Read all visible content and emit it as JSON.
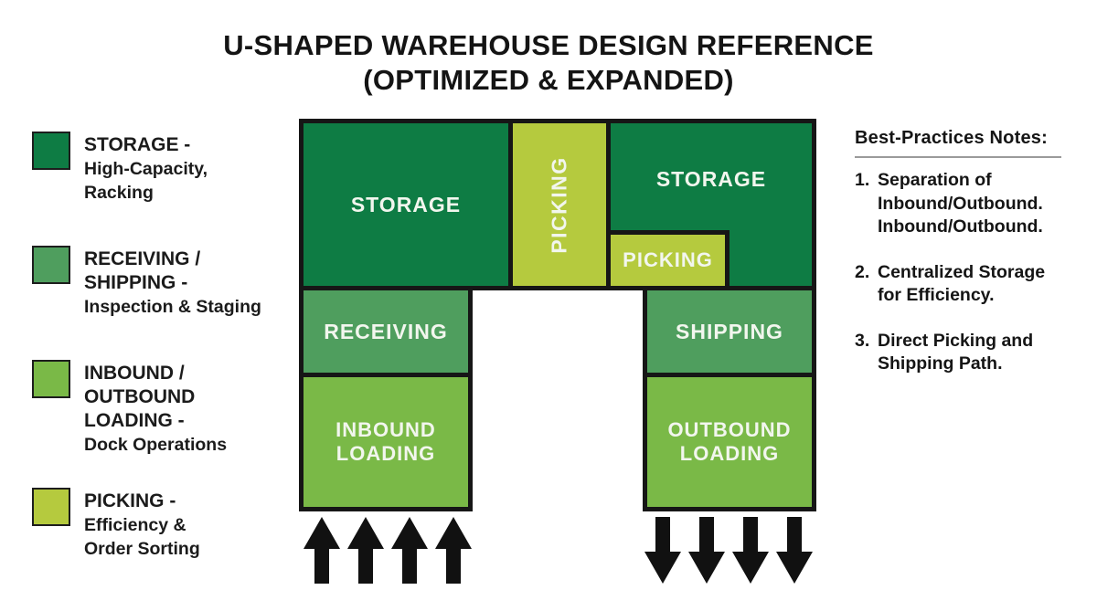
{
  "title": {
    "line1": "U-SHAPED WAREHOUSE DESIGN REFERENCE",
    "line2": "(OPTIMIZED & EXPANDED)"
  },
  "colors": {
    "storage": "#0e7c44",
    "receiving_shipping": "#4f9e5e",
    "loading": "#7ab947",
    "picking": "#b5ca3e",
    "border": "#161616",
    "block_text": "#f2f6ee",
    "text": "#1b1b1b",
    "rule": "#9a9a9a",
    "arrow": "#111111",
    "background": "#ffffff"
  },
  "legend": {
    "items": [
      {
        "key": "storage",
        "swatch_color": "#0e7c44",
        "bold_lines": [
          "STORAGE -"
        ],
        "desc_lines": [
          "High-Capacity,",
          "Racking"
        ]
      },
      {
        "key": "receiving-shipping",
        "swatch_color": "#4f9e5e",
        "bold_lines": [
          "RECEIVING /",
          "SHIPPING -"
        ],
        "desc_lines": [
          "Inspection & Staging"
        ]
      },
      {
        "key": "inbound-outbound-loading",
        "swatch_color": "#7ab947",
        "bold_lines": [
          "INBOUND /",
          "OUTBOUND",
          "LOADING -"
        ],
        "desc_lines": [
          "Dock Operations"
        ]
      },
      {
        "key": "picking",
        "swatch_color": "#b5ca3e",
        "bold_lines": [
          "PICKING -"
        ],
        "desc_lines": [
          "Efficiency &",
          "Order Sorting"
        ]
      }
    ]
  },
  "diagram": {
    "blocks": {
      "storage_left": "STORAGE",
      "picking_vertical": "PICKING",
      "storage_right": "STORAGE",
      "picking_small": "PICKING",
      "receiving": "RECEIVING",
      "shipping": "SHIPPING",
      "inbound_loading": "INBOUND LOADING",
      "outbound_loading": "OUTBOUND LOADING"
    },
    "arrows": {
      "inbound": {
        "icon": "up-arrow",
        "count": 4
      },
      "outbound": {
        "icon": "down-arrow",
        "count": 4
      }
    }
  },
  "notes": {
    "heading": "Best-Practices Notes:",
    "items": [
      {
        "number": "1.",
        "lines": [
          "Separation of",
          "Inbound/Outbound.",
          "Inbound/Outbound."
        ]
      },
      {
        "number": "2.",
        "lines": [
          "Centralized Storage",
          "for Efficiency."
        ]
      },
      {
        "number": "3.",
        "lines": [
          "Direct Picking and",
          "Shipping Path."
        ]
      }
    ]
  }
}
